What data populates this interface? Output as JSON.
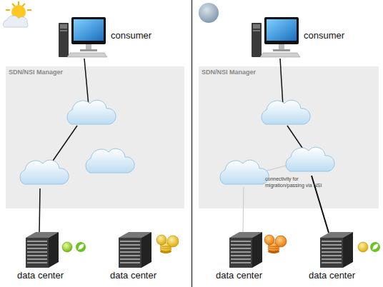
{
  "diagram": {
    "nodes": [
      {
        "text": [
          "consumer"
        ]
      },
      {
        "text": [
          "SDN/NSI Manager"
        ]
      },
      {
        "text": [
          "data center"
        ]
      },
      {
        "text": [
          "data center"
        ]
      },
      {
        "text": [
          "consumer"
        ]
      },
      {
        "text": [
          "SDN/NSI Manager"
        ]
      },
      {
        "text": [
          "data center"
        ]
      },
      {
        "text": [
          "data center"
        ]
      }
    ],
    "labels": [
      "connectivity for migration/passing via NSI"
    ]
  }
}
